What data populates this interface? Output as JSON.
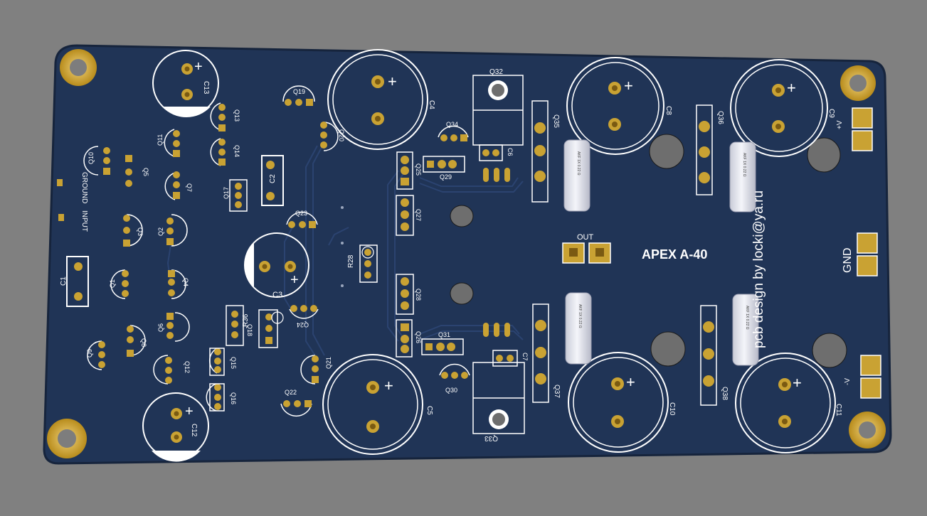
{
  "colors": {
    "background": "#808080",
    "board": "#203456",
    "board_edge": "#16243c",
    "silkscreen": "#ffffff",
    "copper": "#c9a233",
    "copper_dark": "#7a5a12",
    "trace": "#2b4370",
    "resistor": "#e9ebf3"
  },
  "board": {
    "title": "APEX A-40",
    "credit": "pcb design by locki@ya.ru"
  },
  "labels": {
    "ground": "GROUND",
    "input": "INPUT",
    "out": "OUT",
    "gnd": "GND",
    "vplus": "+V",
    "vminus": "-V",
    "plus": "+"
  },
  "capacitors": {
    "c13": "C13",
    "c12": "C12",
    "c3": "C3",
    "c4": "C4",
    "c5": "C5",
    "c8": "C8",
    "c9": "C9",
    "c10": "C10",
    "c11": "C11",
    "c1": "C1",
    "c2": "C2",
    "c6": "C6",
    "c7": "C7"
  },
  "transistors": {
    "q1": "Q1",
    "q2": "Q2",
    "q3": "Q3",
    "q4": "Q4",
    "q5": "Q5",
    "q6": "Q6",
    "q7": "Q7",
    "q8": "Q8",
    "q9": "Q9",
    "q10": "Q10",
    "q11": "Q11",
    "q12": "Q12",
    "q13": "Q13",
    "q14": "Q14",
    "q15": "Q15",
    "q16": "Q16",
    "q17": "Q17",
    "q18": "Q18",
    "q19": "Q19",
    "q20": "Q20",
    "q21": "Q21",
    "q22": "Q22",
    "q23": "Q23",
    "q24": "Q24",
    "q25": "Q25",
    "q26": "Q26",
    "q27": "Q27",
    "q28": "Q28",
    "q29": "Q29",
    "q30": "Q30",
    "q31": "Q31",
    "q32": "Q32",
    "q33": "Q33",
    "q34": "Q34",
    "q35": "Q35",
    "q36": "Q36",
    "q37": "Q37",
    "q38": "Q38"
  },
  "resistors": {
    "r28": "R28",
    "r36": "R36"
  },
  "power_resistor_text": "AKF 1X 0.22 Ω"
}
